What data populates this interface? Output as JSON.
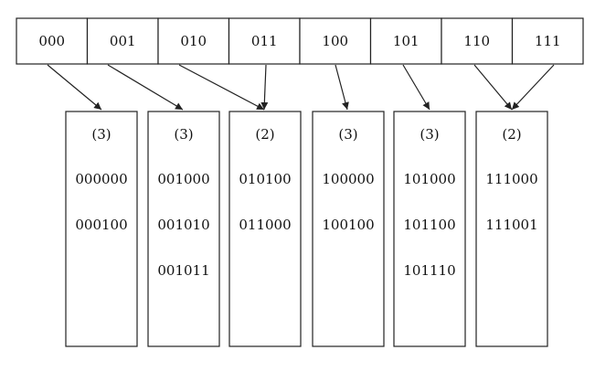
{
  "directory": {
    "cells": [
      "000",
      "001",
      "010",
      "011",
      "100",
      "101",
      "110",
      "111"
    ]
  },
  "buckets": [
    {
      "depth": "(3)",
      "entries": [
        "000000",
        "000100"
      ]
    },
    {
      "depth": "(3)",
      "entries": [
        "001000",
        "001010",
        "001011"
      ]
    },
    {
      "depth": "(2)",
      "entries": [
        "010100",
        "011000"
      ]
    },
    {
      "depth": "(3)",
      "entries": [
        "100000",
        "100100"
      ]
    },
    {
      "depth": "(3)",
      "entries": [
        "101000",
        "101100",
        "101110"
      ]
    },
    {
      "depth": "(2)",
      "entries": [
        "111000",
        "111001"
      ]
    }
  ],
  "pointers": [
    {
      "from": 0,
      "to": 0
    },
    {
      "from": 1,
      "to": 1
    },
    {
      "from": 2,
      "to": 2
    },
    {
      "from": 3,
      "to": 2
    },
    {
      "from": 4,
      "to": 3
    },
    {
      "from": 5,
      "to": 4
    },
    {
      "from": 6,
      "to": 5
    },
    {
      "from": 7,
      "to": 5
    }
  ],
  "colors": {
    "stroke": "#222222",
    "text": "#111111",
    "background": "#ffffff"
  }
}
